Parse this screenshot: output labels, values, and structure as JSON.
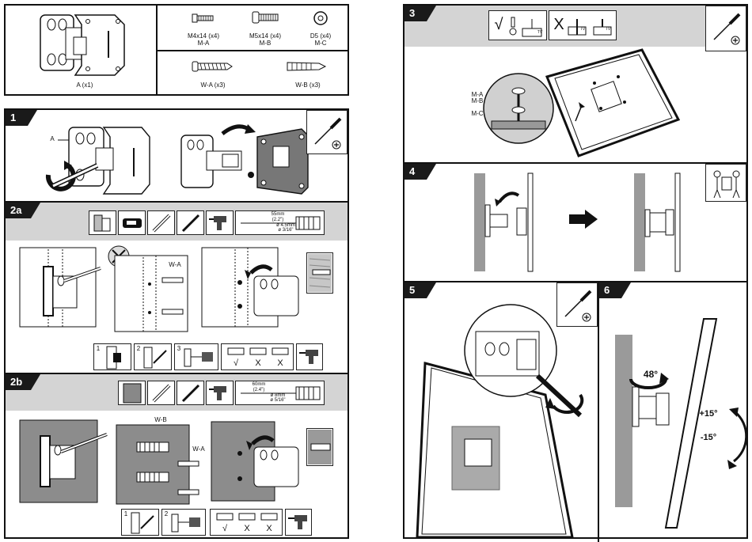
{
  "parts": {
    "bracket": "A (x1)",
    "screw_a": "M4x14 (x4)",
    "screw_a_code": "M-A",
    "screw_b": "M5x14 (x4)",
    "screw_b_code": "M-B",
    "washer": "D5 (x4)",
    "washer_code": "M-C",
    "wood_screw": "W-A (x3)",
    "anchor": "W-B (x3)"
  },
  "steps": {
    "s1": "1",
    "s2a": "2a",
    "s2b": "2b",
    "s3": "3",
    "s4": "4",
    "s5": "5",
    "s6": "6"
  },
  "labels": {
    "a": "A",
    "wa": "W-A",
    "wb": "W-B",
    "ma": "M-A",
    "mb": "M-B",
    "mc": "M-C",
    "tv": "TV",
    "depth_55": "55mm",
    "depth_22": "(2.2\")",
    "dia_45": "ø 4.5mm",
    "dia_316": "ø 3/16\"",
    "depth_60": "60mm",
    "depth_24": "(2.4\")",
    "dia_8": "ø 8mm",
    "dia_516": "ø 5/16\"",
    "sub1": "1",
    "sub2": "2",
    "sub3": "3",
    "check": "√",
    "cross": "X",
    "angle_swivel": "48°",
    "tilt_up": "+15°",
    "tilt_down": "-15°"
  },
  "colors": {
    "step_tab": "#1a1a1a",
    "header_band": "#d4d4d4",
    "wall": "#9a9a9a",
    "concrete": "#8c8c8c"
  }
}
